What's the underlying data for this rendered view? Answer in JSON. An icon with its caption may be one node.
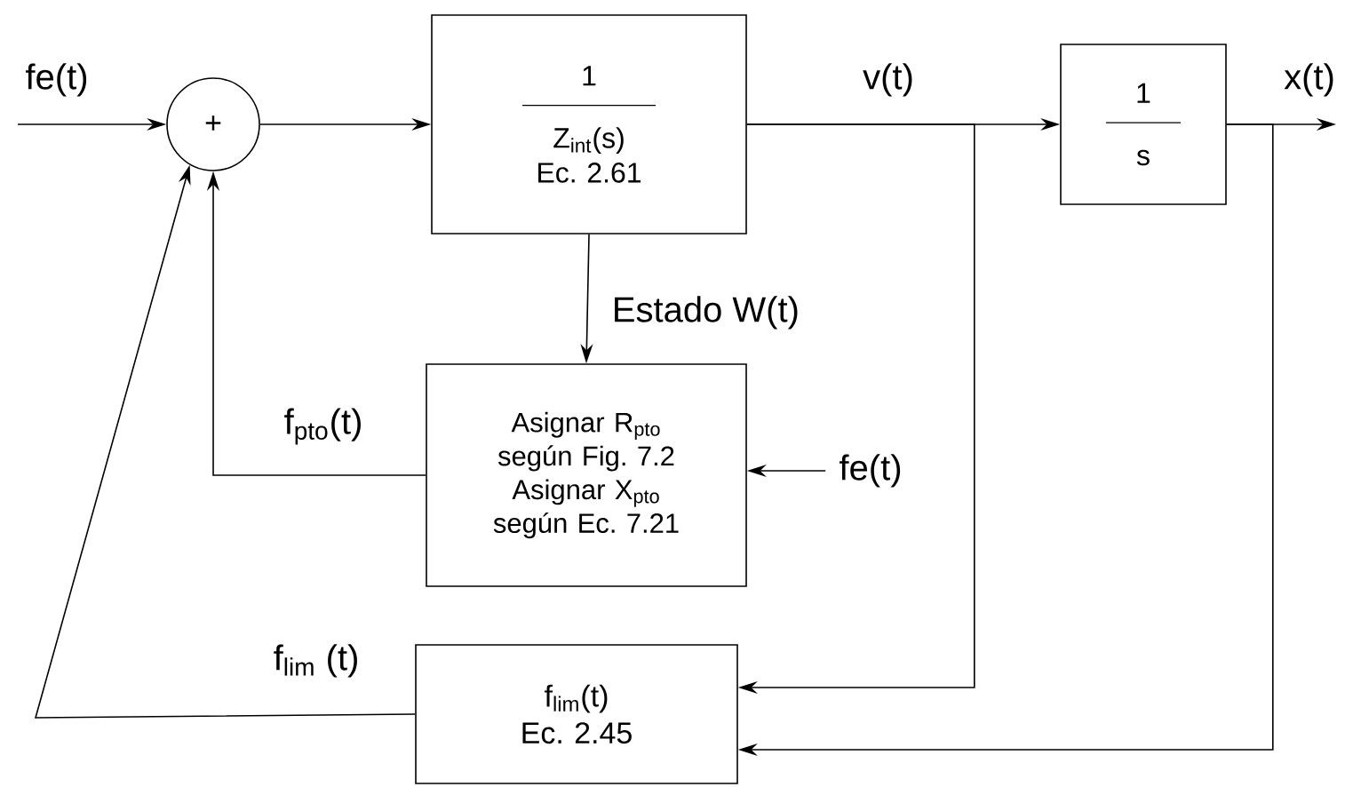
{
  "diagram": {
    "nodes": [
      {
        "text": [
          "+"
        ]
      },
      {
        "text": [
          "1",
          "Z$_{int}$(s)",
          "Ec. 2.61"
        ]
      },
      {
        "text": [
          "1",
          "s"
        ]
      },
      {
        "text": [
          "Asignar R$_{pto}$ según Fig. 7.2",
          "Asignar X$_{pto}$ según Ec. 7.21"
        ]
      },
      {
        "text": [
          "f$_{lim}$(t)",
          "Ec. 2.45"
        ]
      },
      {
        "text": [
          "fe(t)"
        ]
      }
    ],
    "edges": [
      {
        "from": null,
        "to": 0,
        "arrow": "to",
        "label": "fe(t)"
      },
      {
        "from": 0,
        "to": 1,
        "arrow": "to"
      },
      {
        "from": 1,
        "to": 2,
        "arrow": "to",
        "label": "v(t)"
      },
      {
        "from": 2,
        "to": null,
        "arrow": "to",
        "label": "x(t)"
      },
      {
        "from": 1,
        "to": 3,
        "arrow": "to",
        "label": "Estado W(t)"
      },
      {
        "from": 3,
        "to": 0,
        "arrow": "to",
        "label": "f$_{pto}$(t)"
      },
      {
        "from": 5,
        "to": 3,
        "arrow": "to"
      },
      {
        "from": 1,
        "to": 4,
        "arrow": "to"
      },
      {
        "from": 2,
        "to": 4,
        "arrow": "to"
      },
      {
        "from": 4,
        "to": 0,
        "arrow": "to",
        "label": "f$_{lim}$ (t)"
      }
    ]
  }
}
